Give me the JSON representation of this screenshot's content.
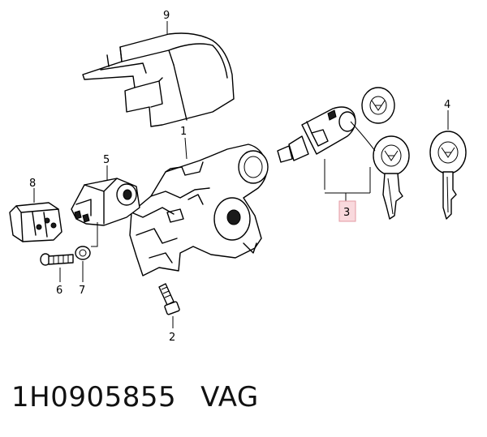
{
  "callouts": {
    "c1": "1",
    "c2": "2",
    "c3": "3",
    "c4": "4",
    "c5": "5",
    "c6": "6",
    "c7": "7",
    "c8": "8",
    "c9": "9"
  },
  "caption": {
    "part_number": "1H0905855",
    "brand": "VAG"
  },
  "colors": {
    "highlight_fill": "#f9d9dd",
    "highlight_stroke": "#e39aa3"
  }
}
